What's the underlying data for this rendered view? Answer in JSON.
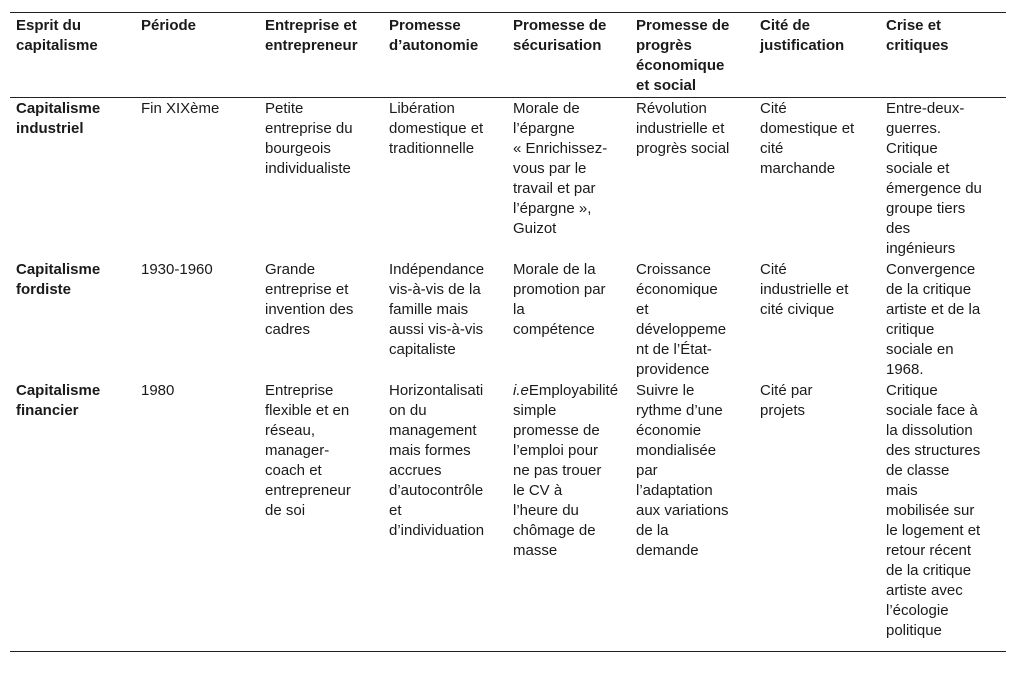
{
  "table": {
    "headers": [
      "Esprit du\ncapitalisme",
      "Période",
      "Entreprise et\nentrepreneur",
      "Promesse\nd’autonomie",
      "Promesse de\nsécurisation",
      "Promesse de\nprogrès\néconomique\net social",
      "Cité de\njustification",
      "Crise et\ncritiques"
    ],
    "rows": [
      {
        "esprit": "Capitalisme\nindustriel",
        "periode": "Fin XIXème",
        "entreprise": "Petite\nentreprise du\nbourgeois\nindividualiste",
        "autonomie": "Libération\ndomestique et\ntraditionnelle",
        "securisation": "Morale de\nl’épargne\n« Enrichissez-\nvous par le\ntravail et par\nl’épargne »,\nGuizot",
        "progres": "Révolution\nindustrielle et\nprogrès social",
        "cite": "Cité\ndomestique et\ncité\nmarchande",
        "crise": "Entre-deux-\nguerres.\nCritique\nsociale et\némergence du\ngroupe tiers\ndes\ningénieurs"
      },
      {
        "esprit": "Capitalisme\nfordiste",
        "periode": "1930-1960",
        "entreprise": "Grande\nentreprise et\ninvention des\ncadres",
        "autonomie": "Indépendance\nvis-à-vis de la\nfamille mais\naussi vis-à-vis\ncapitaliste",
        "securisation": "Morale de la\npromotion par\nla\ncompétence",
        "progres": "Croissance\néconomique\net\ndéveloppeme\nnt de l’État-\nprovidence",
        "cite": "Cité\nindustrielle et\ncité civique",
        "crise": "Convergence\nde la critique\nartiste et de la\ncritique\nsociale en\n1968."
      },
      {
        "esprit": "Capitalisme\nfinancier",
        "periode": "1980",
        "entreprise": "Entreprise\nflexible et en\nréseau,\nmanager-\ncoach et\nentrepreneur\nde soi",
        "autonomie": "Horizontalisati\non du\nmanagement\nmais formes\naccrues\nd’autocontrôle\net\nd’individuation",
        "securisation_italic": "i.e",
        "securisation": "Employabilité\n simple\npromesse de\nl’emploi pour\nne pas trouer\nle CV à\nl’heure du\nchômage de\nmasse",
        "progres": "Suivre le\nrythme d’une\néconomie\nmondialisée\npar\nl’adaptation\naux variations\nde la\ndemande",
        "cite": "Cité par\nprojets",
        "crise": "Critique\nsociale face à\nla dissolution\ndes structures\nde classe\nmais\nmobilisée sur\nle logement et\nretour récent\nde la critique\nartiste avec\nl’écologie\npolitique"
      }
    ]
  }
}
